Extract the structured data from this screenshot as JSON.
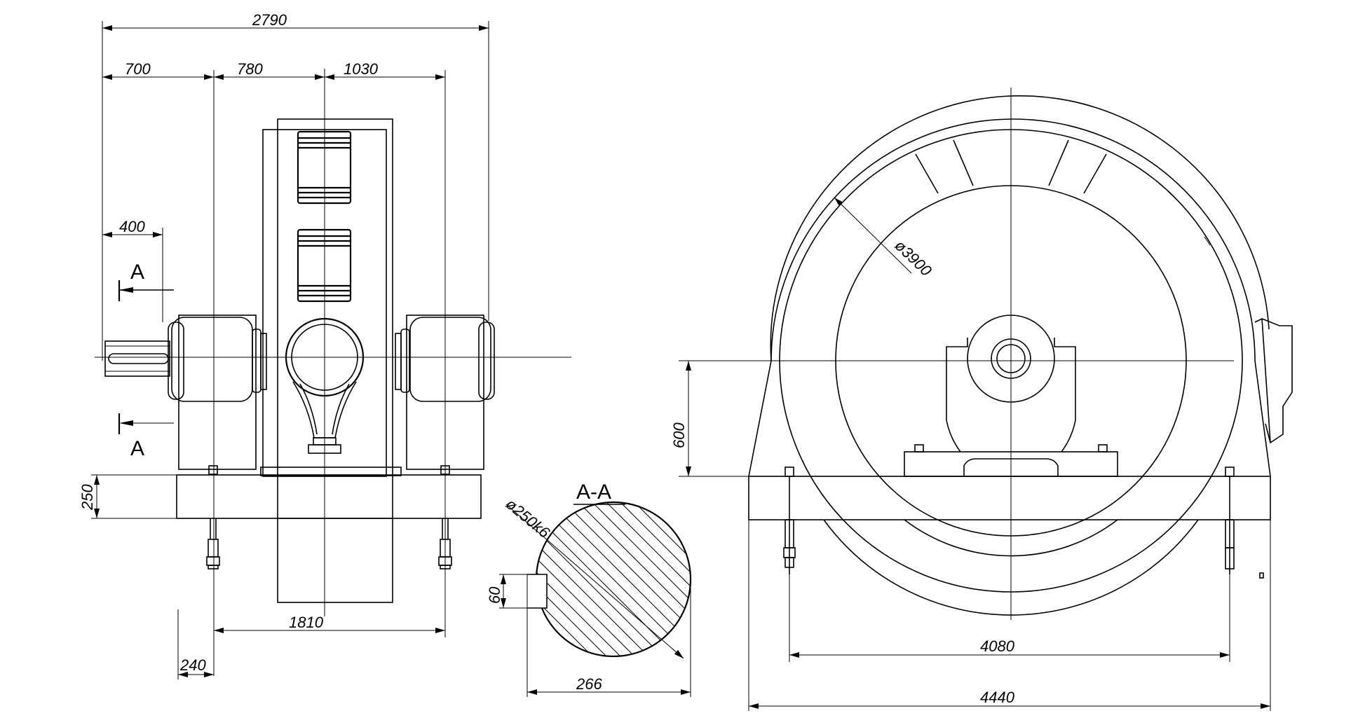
{
  "dimensions": {
    "overall_width": "2790",
    "seg_700": "700",
    "seg_780": "780",
    "seg_1030": "1030",
    "shaft_400": "400",
    "base_height": "250",
    "bolt_span": "1810",
    "edge_240": "240",
    "drum_dia": "ø3900",
    "axis_height": "600",
    "base_bolt_span": "4080",
    "base_length": "4440",
    "shaft_dia": "ø250k6",
    "key_depth": "60",
    "section_width": "266"
  },
  "labels": {
    "section_mark_top": "A",
    "section_mark_bottom": "A",
    "section_title": "A-A"
  }
}
